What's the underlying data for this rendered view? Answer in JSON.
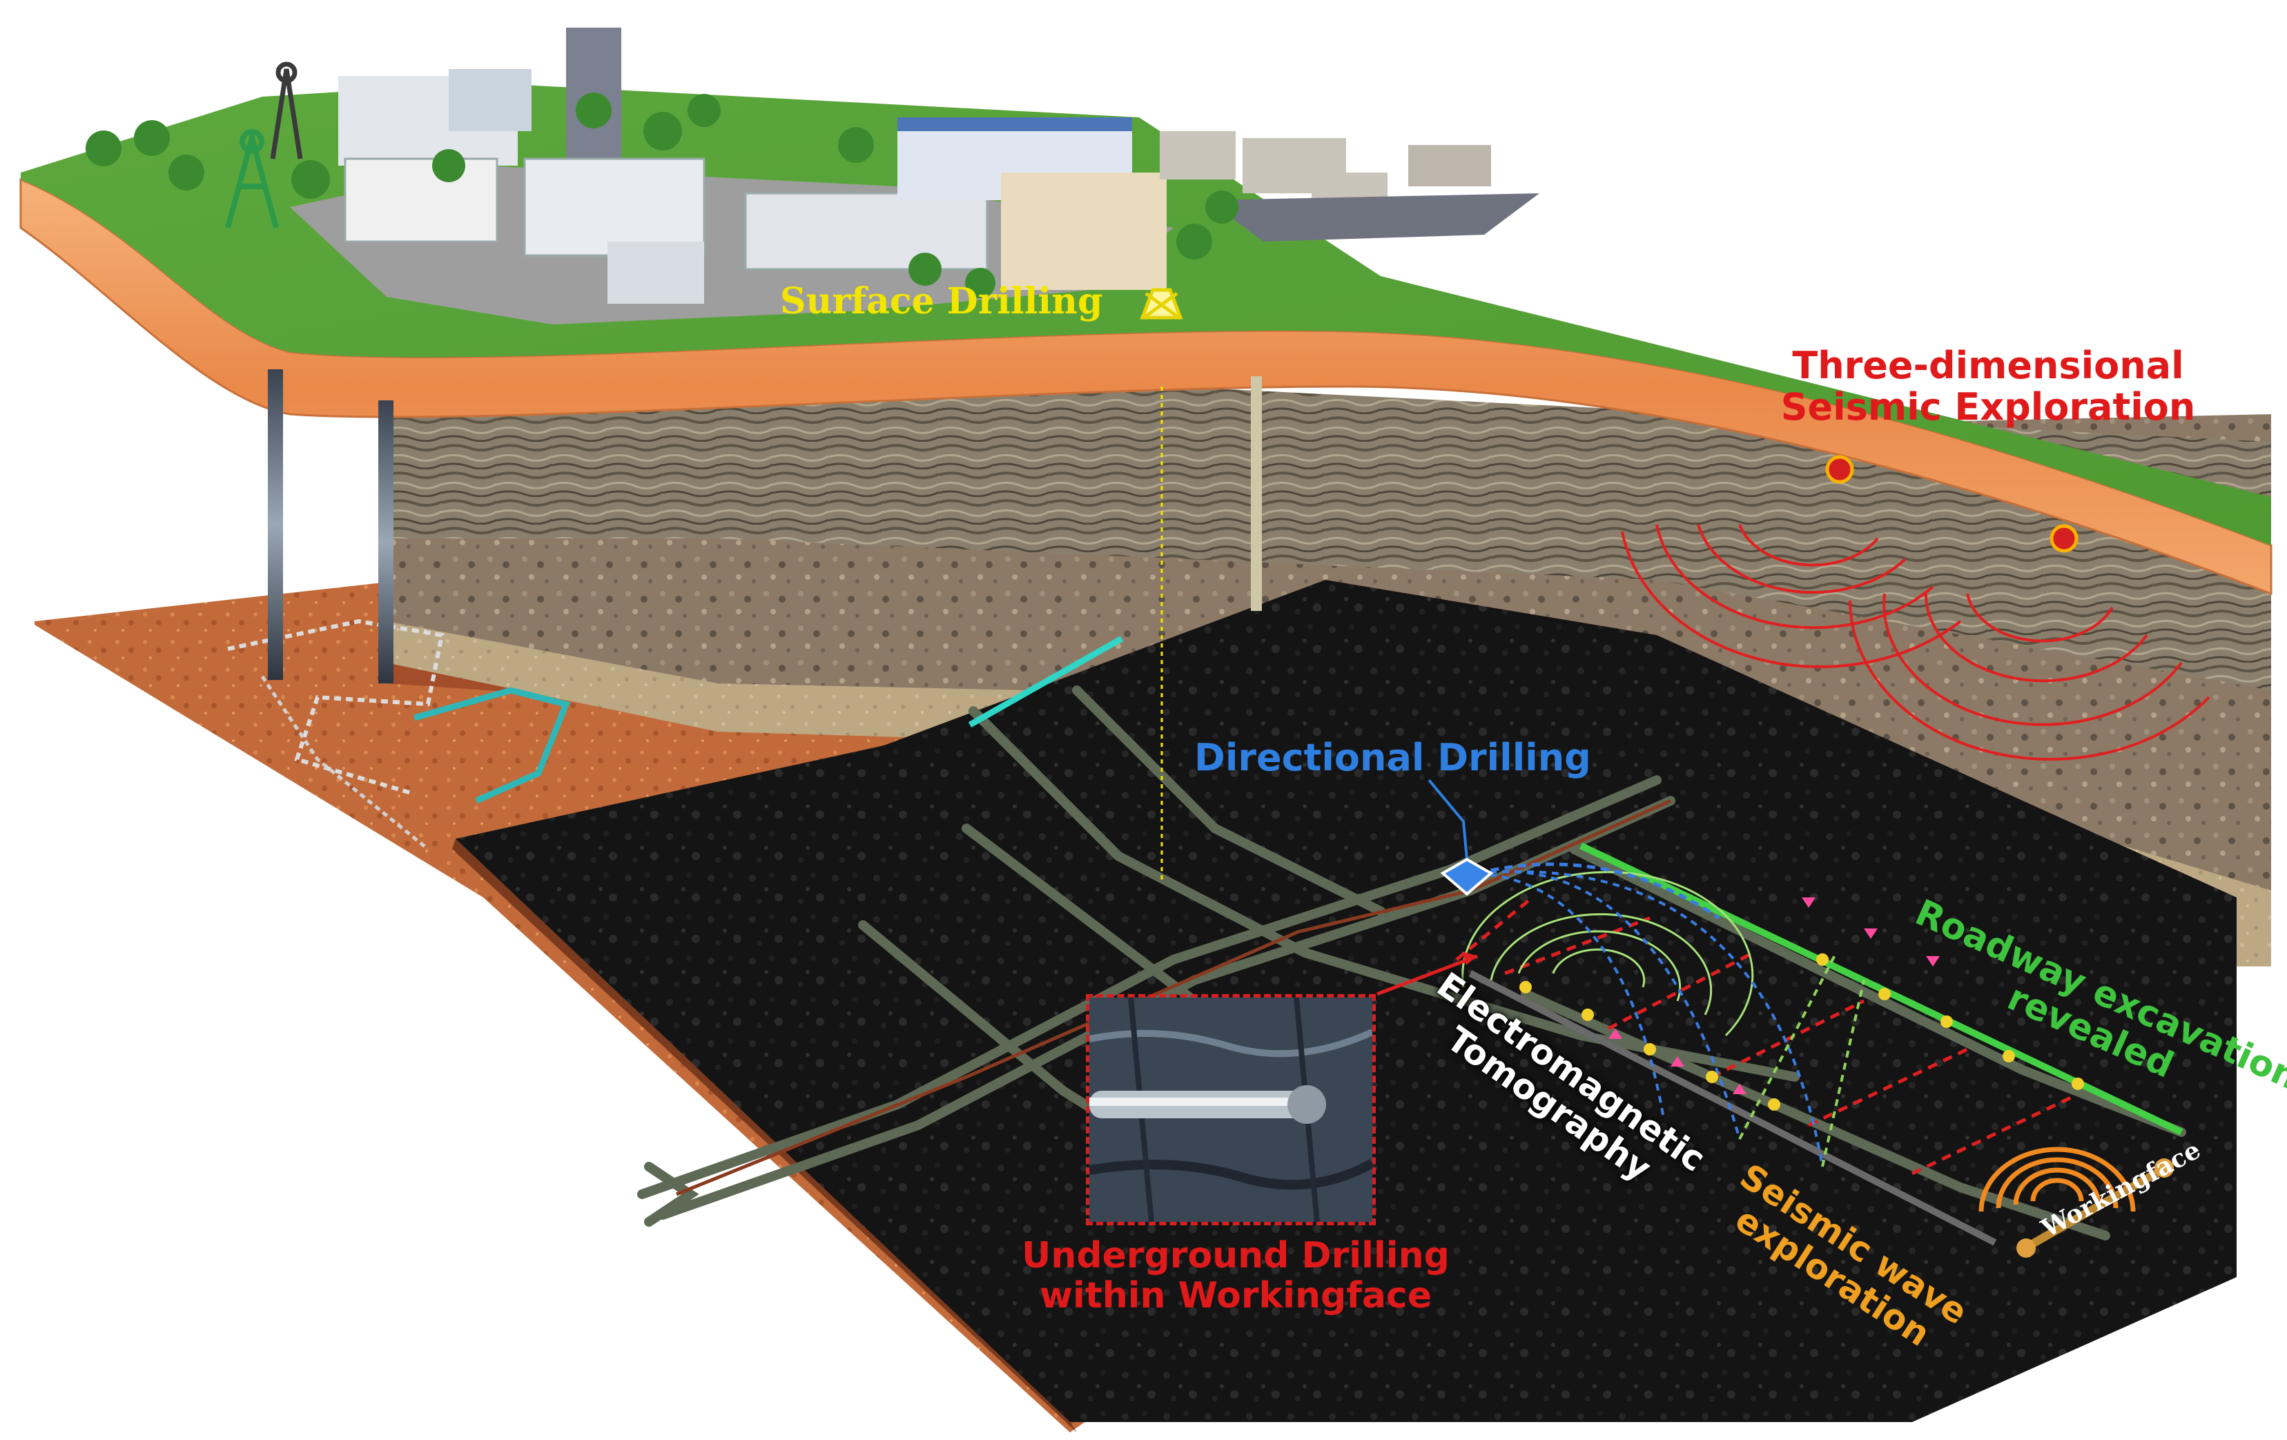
{
  "labels": {
    "surface_drilling": "Surface Drilling",
    "seismic_3d_line1": "Three-dimensional",
    "seismic_3d_line2": "Seismic Exploration",
    "directional_drilling": "Directional Drilling",
    "roadway_line1": "Roadway excavation",
    "roadway_line2": "revealed",
    "em_line1": "Electromagnetic",
    "em_line2": "Tomography",
    "seismic_wave_line1": "Seismic wave",
    "seismic_wave_line2": "exploration",
    "underground_line1": "Underground Drilling",
    "underground_line2": "within Workingface",
    "workingface": "Workingface"
  },
  "colors": {
    "surface_drilling": "#f2e600",
    "seismic_3d": "#e01a1a",
    "directional_drilling": "#2f7fe0",
    "roadway": "#3ec43e",
    "electromagnetic": "#ffffff",
    "seismic_wave": "#f0a020",
    "underground": "#e01a1a",
    "workingface": "#ffffff"
  }
}
